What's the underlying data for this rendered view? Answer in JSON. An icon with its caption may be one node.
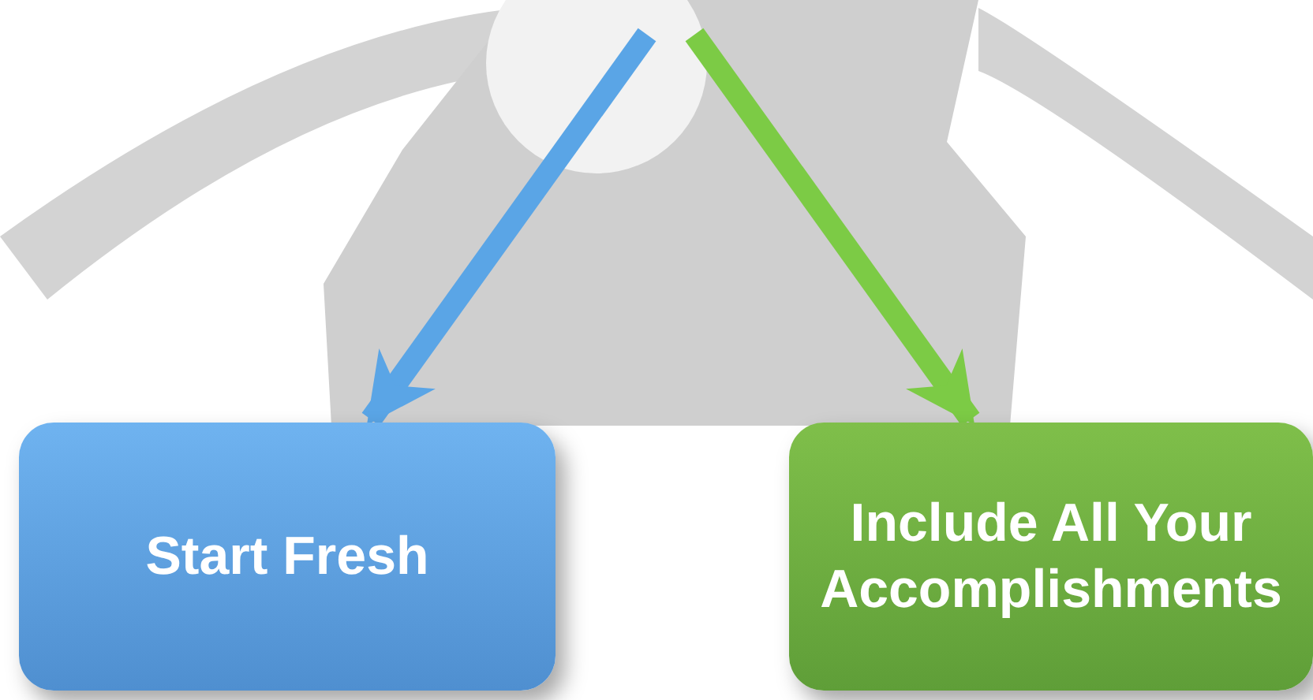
{
  "diagram": {
    "nodes": [
      {
        "text": [
          "Start Fresh"
        ]
      },
      {
        "text": [
          "Include All Your Accomplishments"
        ]
      }
    ],
    "edges": [
      {
        "from": null,
        "to": 0,
        "arrow": "to",
        "color": "#5aa5e6"
      },
      {
        "from": null,
        "to": 1,
        "arrow": "to",
        "color": "#7ccb45"
      }
    ]
  }
}
